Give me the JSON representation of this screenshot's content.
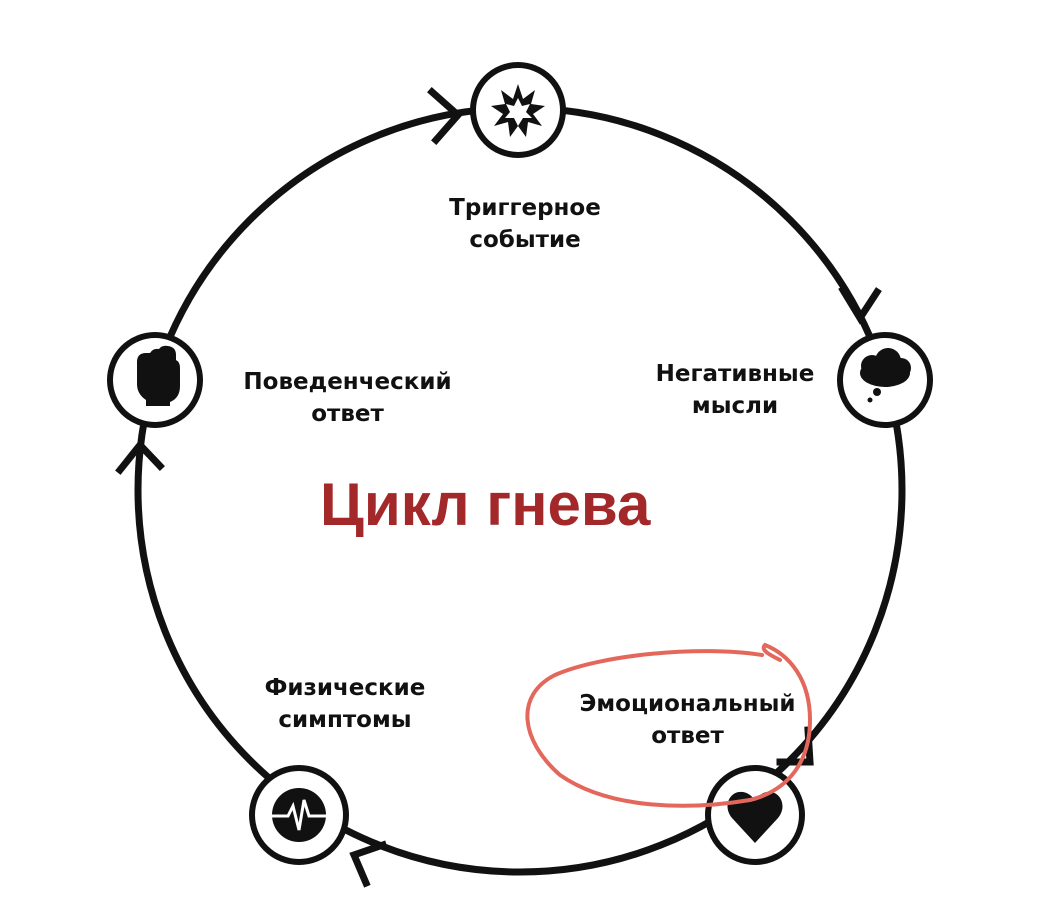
{
  "title": "Цикл гнева",
  "colors": {
    "title": "#a3282a",
    "highlight": "#e4675c",
    "stroke": "#111111"
  },
  "nodes": [
    {
      "id": "trigger",
      "icon": "explosion-icon",
      "line1": "Триггерное",
      "line2": "событие"
    },
    {
      "id": "thoughts",
      "icon": "thought-cloud-icon",
      "line1": "Негативные",
      "line2": "мысли"
    },
    {
      "id": "emotion",
      "icon": "heart-icon",
      "line1": "Эмоциональный",
      "line2": "ответ"
    },
    {
      "id": "physical",
      "icon": "heartbeat-icon",
      "line1": "Физические",
      "line2": "симптомы"
    },
    {
      "id": "behavior",
      "icon": "fist-icon",
      "line1": "Поведенческий",
      "line2": "ответ"
    }
  ]
}
